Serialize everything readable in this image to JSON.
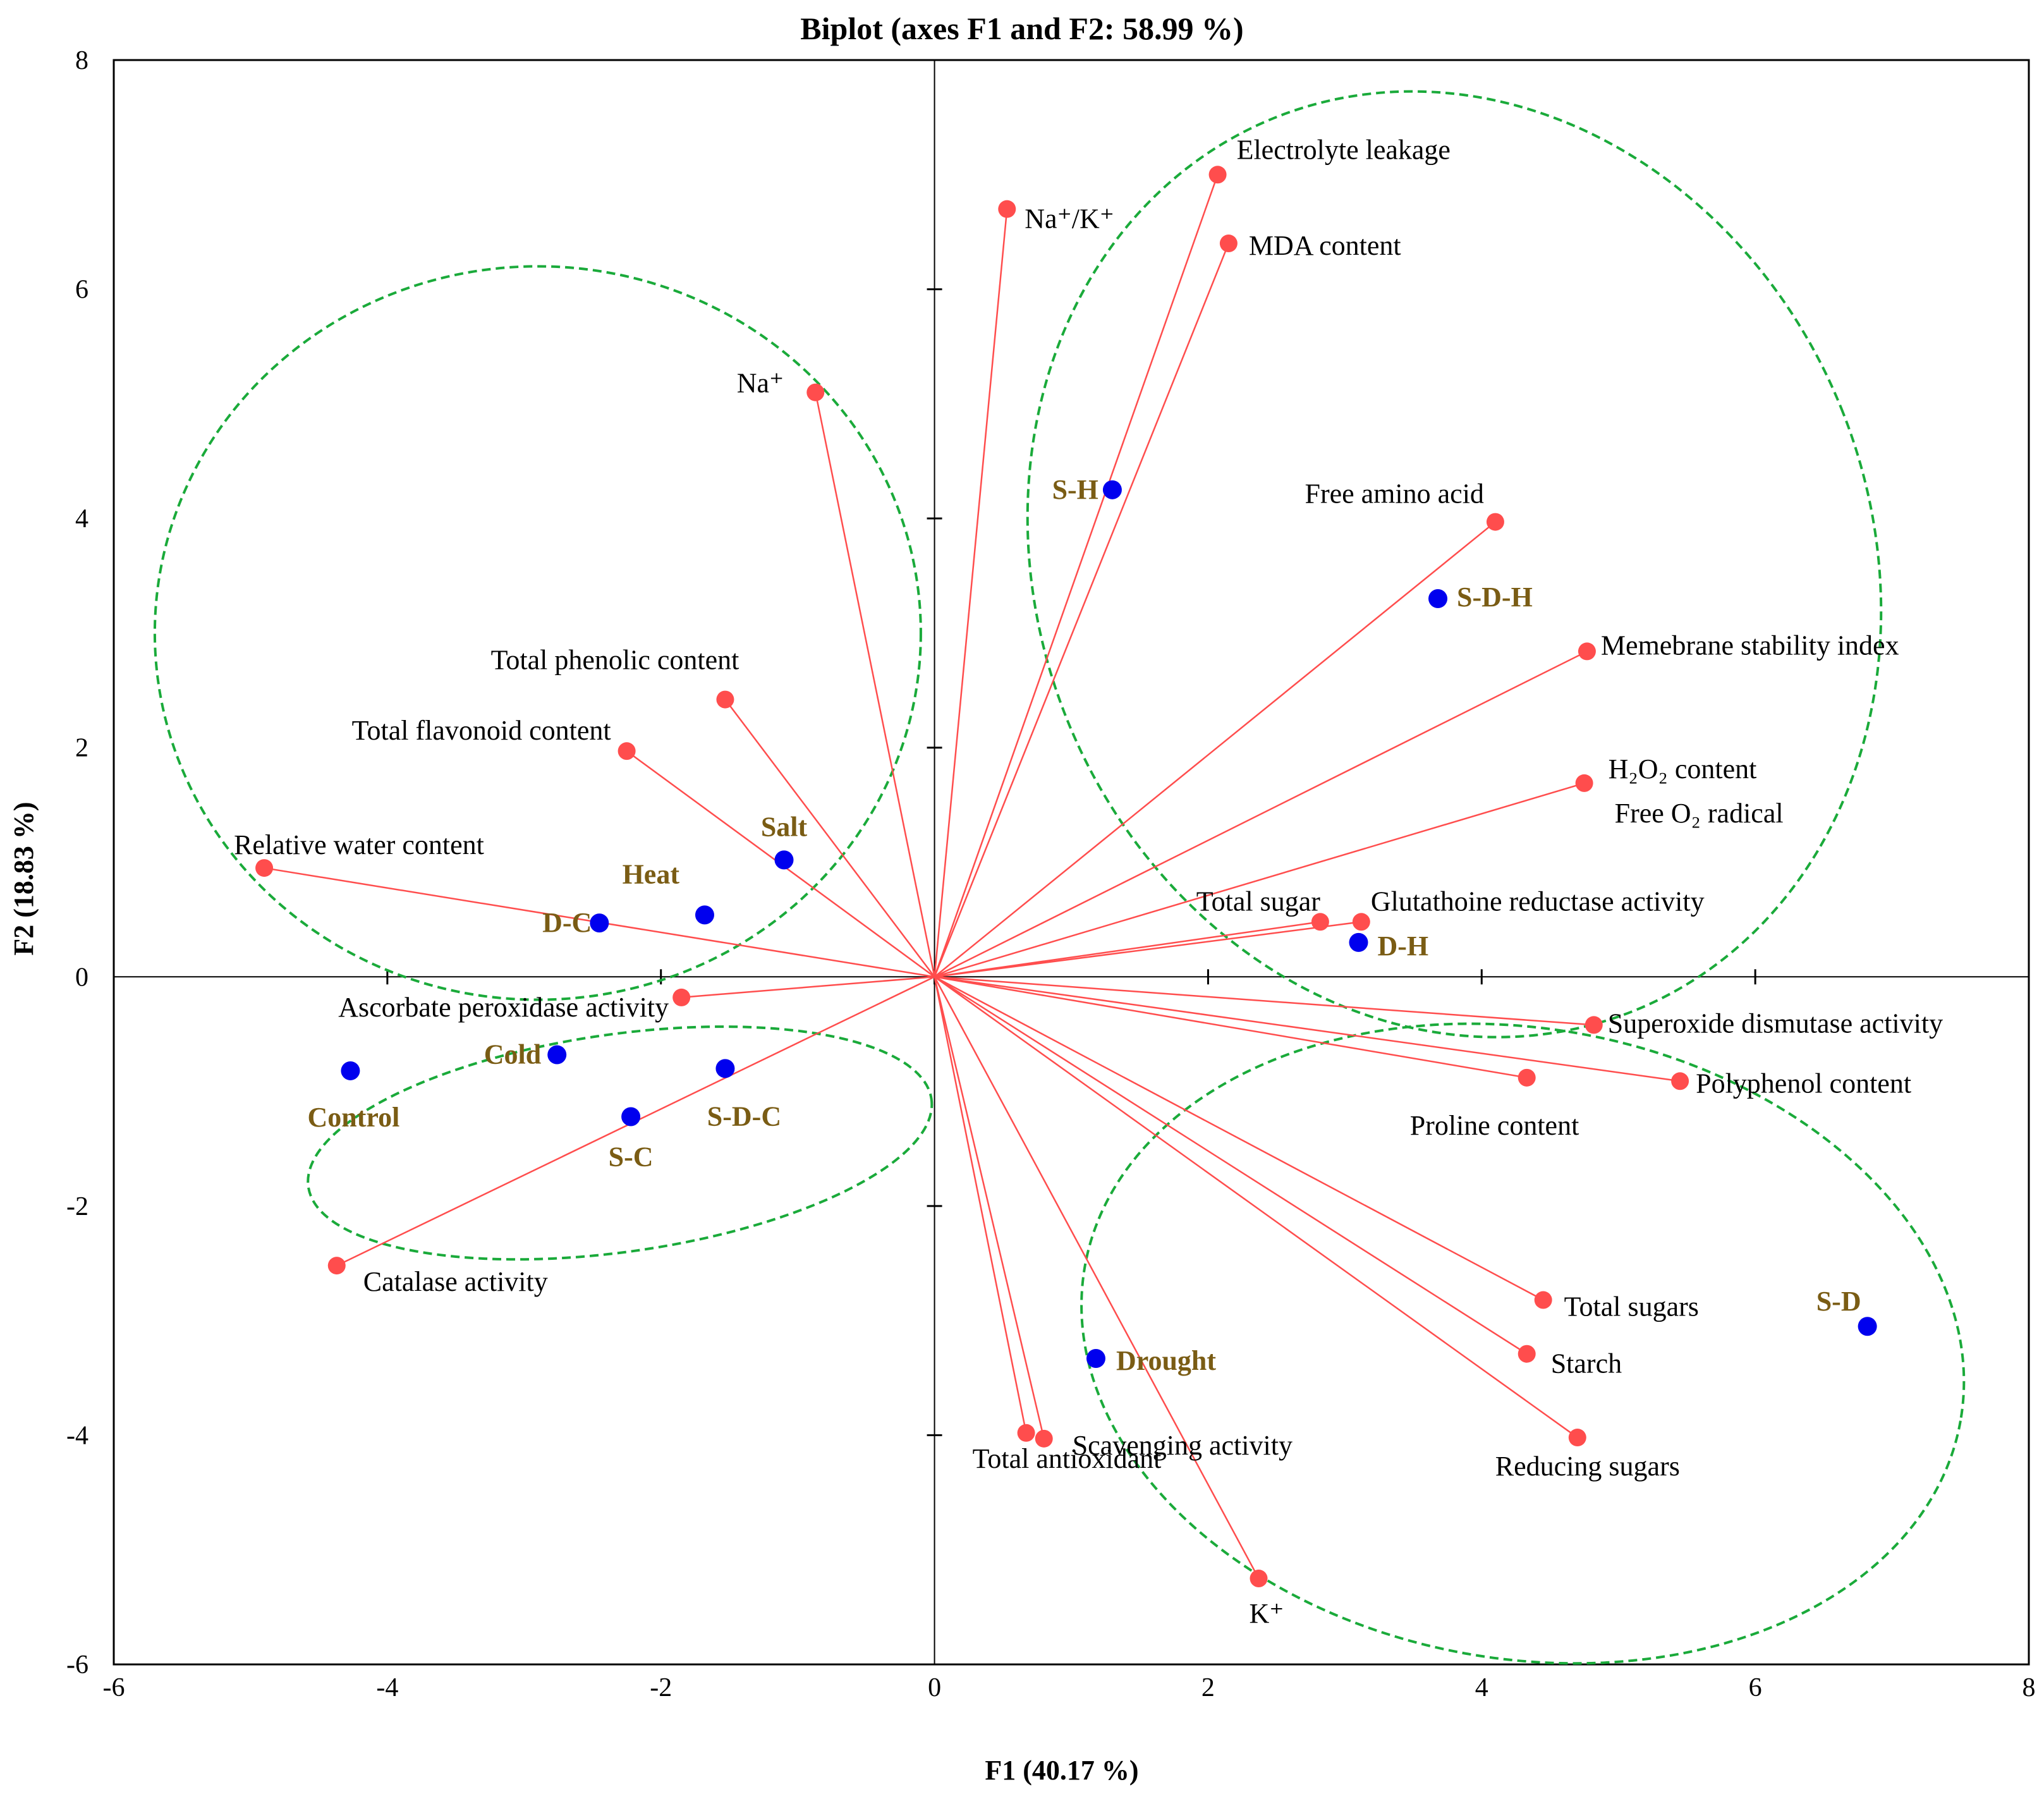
{
  "chart_data": {
    "type": "scatter",
    "title": "Biplot (axes F1 and F2: 58.99 %)",
    "xlabel": "F1 (40.17 %)",
    "ylabel": "F2 (18.83 %)",
    "xlim": [
      -6,
      8
    ],
    "ylim": [
      -6,
      8
    ],
    "xticks": [
      "-6",
      "-4",
      "-2",
      "0",
      "2",
      "4",
      "6",
      "8"
    ],
    "yticks": [
      "8",
      "6",
      "4",
      "2",
      "0",
      "-2",
      "-4",
      "-6"
    ],
    "colors": {
      "variables": "#ff4d4d",
      "observations": "#0000ee",
      "observation_labels": "#7a5c14",
      "ellipses": "#1aaa3a"
    },
    "variables": [
      {
        "label": "Electrolyte leakage",
        "x": 2.07,
        "y": 7.0
      },
      {
        "label": "Na⁺/K⁺",
        "x": 0.53,
        "y": 6.7
      },
      {
        "label": "MDA content",
        "x": 2.15,
        "y": 6.4
      },
      {
        "label": "Na⁺",
        "x": -0.87,
        "y": 5.1
      },
      {
        "label": "Free amino acid",
        "x": 4.1,
        "y": 3.97
      },
      {
        "label": "Memebrane stability index",
        "x": 4.77,
        "y": 2.84
      },
      {
        "label": "Total phenolic content",
        "x": -1.53,
        "y": 2.42
      },
      {
        "label": "Total flavonoid content",
        "x": -2.25,
        "y": 1.97
      },
      {
        "label": "H₂O₂ content",
        "x": 4.75,
        "y": 1.69
      },
      {
        "label": "Free O₂ radical",
        "x": null,
        "y": null
      },
      {
        "label": "Relative water content",
        "x": -4.9,
        "y": 0.95
      },
      {
        "label": "Total sugar",
        "x": 2.82,
        "y": 0.48
      },
      {
        "label": "Glutathoine reductase  activity",
        "x": 3.12,
        "y": 0.48
      },
      {
        "label": "Ascorbate peroxidase activity",
        "x": -1.85,
        "y": -0.18
      },
      {
        "label": "Superoxide dismutase activity",
        "x": 4.82,
        "y": -0.42
      },
      {
        "label": "Polyphenol content",
        "x": 5.45,
        "y": -0.91
      },
      {
        "label": "Proline content",
        "x": 4.33,
        "y": -0.88
      },
      {
        "label": "Catalase activity",
        "x": -4.37,
        "y": -2.52
      },
      {
        "label": "Total sugars",
        "x": 4.45,
        "y": -2.82
      },
      {
        "label": "Starch",
        "x": 4.33,
        "y": -3.29
      },
      {
        "label": "Reducing sugars",
        "x": 4.7,
        "y": -4.02
      },
      {
        "label": "Total antioxidant",
        "x": 0.67,
        "y": -3.98
      },
      {
        "label": "Scavenging activity",
        "x": 0.8,
        "y": -4.03
      },
      {
        "label": "K⁺",
        "x": 2.37,
        "y": -5.25
      }
    ],
    "observations": [
      {
        "label": "S-H",
        "x": 1.3,
        "y": 4.25
      },
      {
        "label": "S-D-H",
        "x": 3.68,
        "y": 3.3
      },
      {
        "label": "Salt",
        "x": -1.1,
        "y": 1.02
      },
      {
        "label": "Heat",
        "x": -1.68,
        "y": 0.54
      },
      {
        "label": "D-C",
        "x": -2.45,
        "y": 0.47
      },
      {
        "label": "D-H",
        "x": 3.1,
        "y": 0.3
      },
      {
        "label": "Cold",
        "x": -2.76,
        "y": -0.68
      },
      {
        "label": "S-D-C",
        "x": -1.53,
        "y": -0.8
      },
      {
        "label": "Control",
        "x": -4.27,
        "y": -0.82
      },
      {
        "label": "S-C",
        "x": -2.22,
        "y": -1.22
      },
      {
        "label": "S-D",
        "x": 6.82,
        "y": -3.05
      },
      {
        "label": "Drought",
        "x": 1.18,
        "y": -3.33
      }
    ],
    "groups": [
      {
        "cx": -2.9,
        "cy": 3.0,
        "rx": 2.8,
        "ry": 3.2,
        "rotate": 0
      },
      {
        "cx": 3.8,
        "cy": 3.6,
        "rx": 3.05,
        "ry": 4.2,
        "rotate": -22
      },
      {
        "cx": -2.3,
        "cy": -1.45,
        "rx": 2.3,
        "ry": 0.95,
        "rotate": -8
      },
      {
        "cx": 4.3,
        "cy": -3.2,
        "rx": 3.25,
        "ry": 2.75,
        "rotate": 10
      }
    ]
  }
}
